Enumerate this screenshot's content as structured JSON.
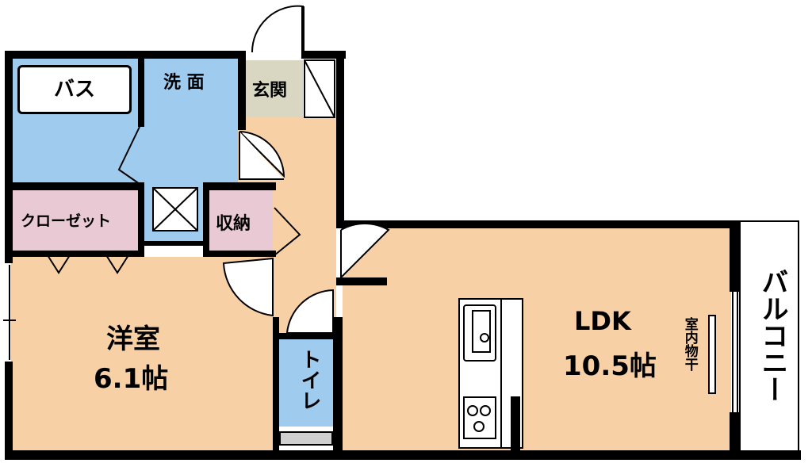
{
  "rooms": {
    "bath": "バス",
    "washroom": "洗 面",
    "entrance": "玄関",
    "closet": "クローゼット",
    "storage": "収納",
    "western_room": "洋室",
    "western_size": "6.1帖",
    "toilet": "トイレ",
    "ldk": "LDK",
    "ldk_size": "10.5帖",
    "indoor_drying": "室内物干",
    "balcony": "バルコニー"
  },
  "colors": {
    "wood_floor": "#f7d0a6",
    "wet_area": "#9fcbef",
    "storage_floor": "#e9c9d3",
    "entrance_floor": "#d9d7c2",
    "wall": "#000000"
  }
}
